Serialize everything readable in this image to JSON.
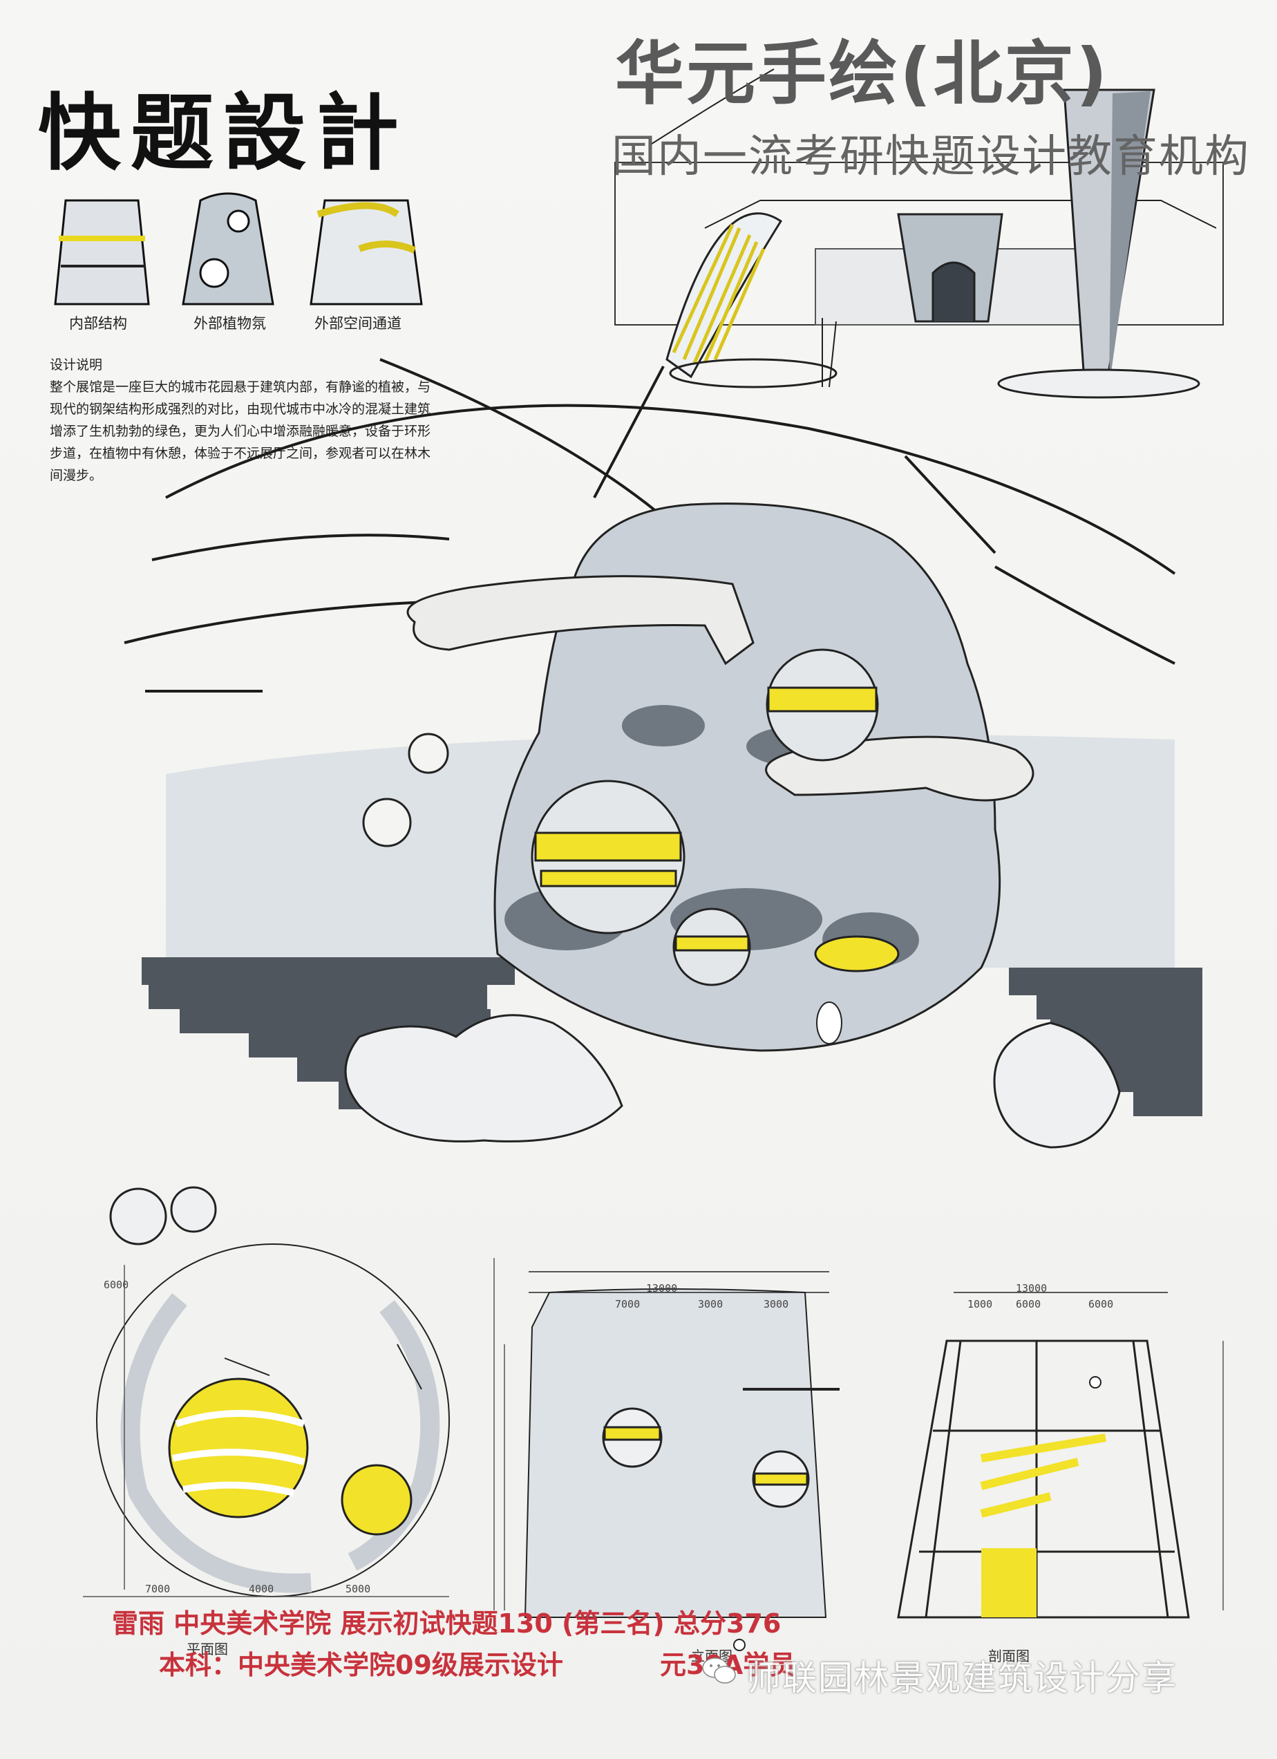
{
  "header": {
    "hand_title": "快题設計",
    "brand_title": "华元手绘(北京)",
    "brand_subtitle": "国内一流考研快题设计教育机构"
  },
  "concept_sketches": {
    "captions": [
      "内部结构",
      "外部植物氛",
      "外部空间通道"
    ]
  },
  "design_description": {
    "title": "设计说明",
    "body": "整个展馆是一座巨大的城市花园悬于建筑内部，有静谧的植被，与现代的钢架结构形成强烈的对比，由现代城市中冰冷的混凝土建筑增添了生机勃勃的绿色，更为人们心中增添融融暖意，设备于环形步道，在植物中有休憩，体验于不远展厅之间，参观者可以在林木间漫步。"
  },
  "drawings": {
    "plan_label": "平面图",
    "front_label": "立面图",
    "side_label": "剖面图",
    "dimensions": {
      "front_total": "13000",
      "front_parts": [
        "7000",
        "3000",
        "3000"
      ],
      "side_total": "13000",
      "side_parts": [
        "1000",
        "6000",
        "6000"
      ],
      "plan_top": "6000",
      "plan_bottom": [
        "7000",
        "4000",
        "5000"
      ]
    }
  },
  "credits": {
    "line1": "雷雨 中央美术学院 展示初试快题130 (第三名) 总分376",
    "line2": "本科：中央美术学院09级展示设计",
    "line2_suffix": "元30A学员"
  },
  "watermark": {
    "text": "师联园林景观建筑设计分享"
  },
  "colors": {
    "marker_yellow": "#f2e22a",
    "marker_grey": "#9aa4ad",
    "dark_grey": "#4f565e",
    "credit_red": "#c8323c"
  }
}
